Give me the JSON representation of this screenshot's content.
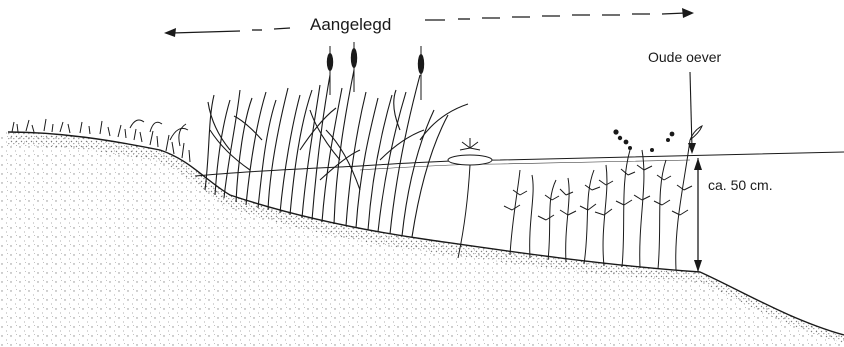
{
  "labels": {
    "top": "Aangelegd",
    "old_bank": "Oude oever",
    "depth": "ca. 50 cm."
  },
  "colors": {
    "ink": "#1a1a1a",
    "stipple": "#777777",
    "background": "#ffffff"
  }
}
